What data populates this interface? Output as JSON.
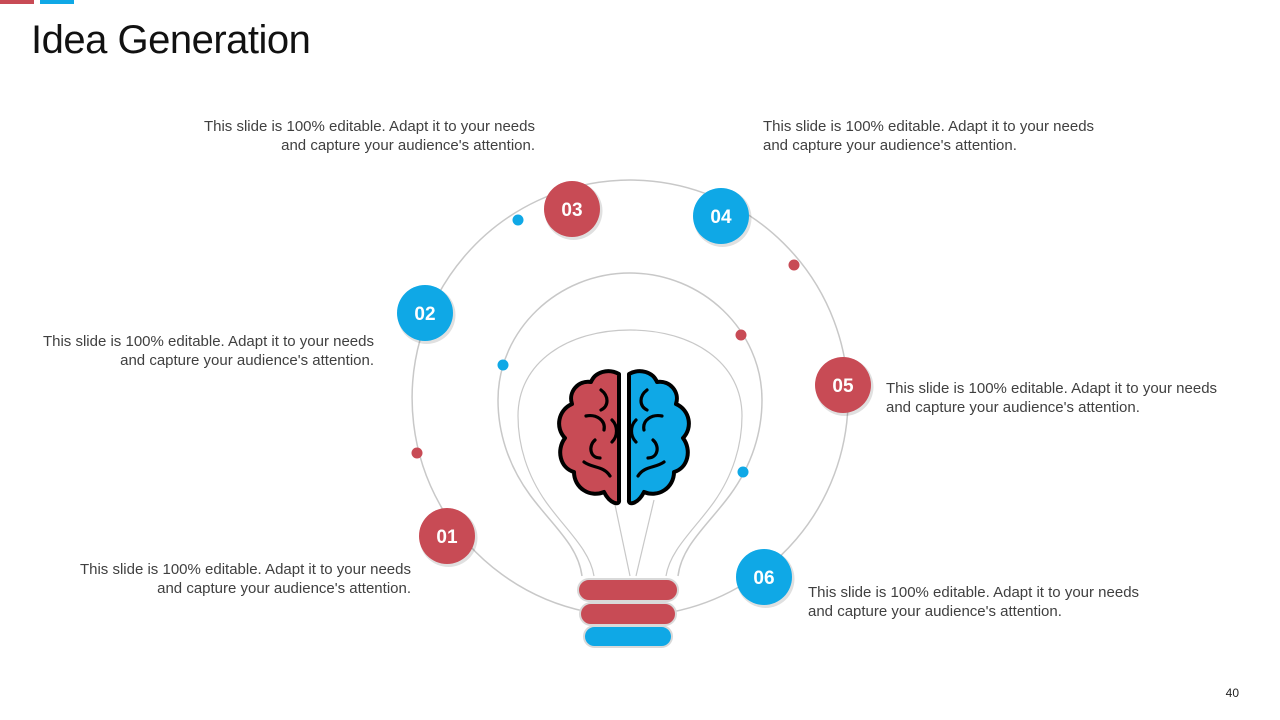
{
  "title": "Idea Generation",
  "page_number": "40",
  "colors": {
    "red": "#C84B55",
    "blue": "#0FA8E6",
    "line": "#BFBFBF"
  },
  "steps": [
    {
      "number": "01",
      "color": "red",
      "line1": "This slide is 100% editable. Adapt it to your needs",
      "line2": "and capture your audience's attention."
    },
    {
      "number": "02",
      "color": "blue",
      "line1": "This slide is 100% editable. Adapt it to your needs",
      "line2": "and capture your audience's attention."
    },
    {
      "number": "03",
      "color": "red",
      "line1": "This slide is 100% editable. Adapt it to your needs",
      "line2": "and capture your audience's attention."
    },
    {
      "number": "04",
      "color": "blue",
      "line1": "This slide is 100% editable. Adapt it to your needs",
      "line2": "and capture your audience's attention."
    },
    {
      "number": "05",
      "color": "red",
      "line1": "This slide is 100% editable. Adapt it to your needs",
      "line2": "and capture your audience's attention."
    },
    {
      "number": "06",
      "color": "blue",
      "line1": "This slide is 100% editable. Adapt it to your needs",
      "line2": "and capture your audience's attention."
    }
  ],
  "icons": {
    "center": "brain-icon",
    "bulb": "light-bulb-icon"
  }
}
